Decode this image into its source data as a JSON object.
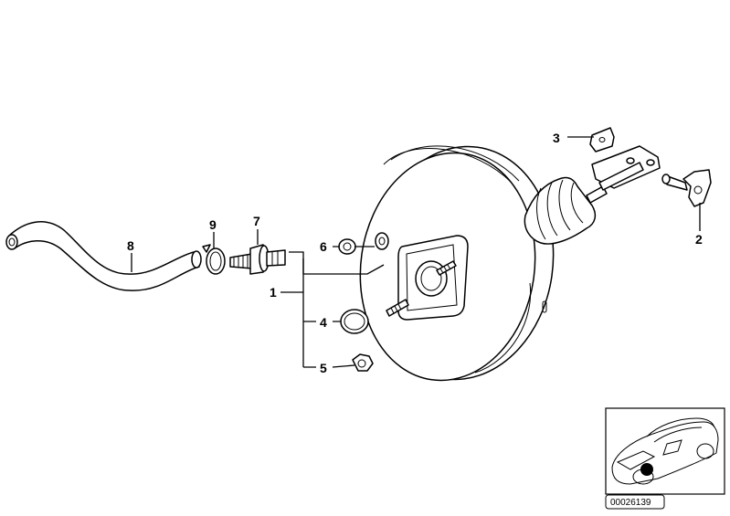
{
  "callouts": {
    "p1": "1",
    "p2": "2",
    "p3": "3",
    "p4": "4",
    "p5": "5",
    "p6": "6",
    "p7": "7",
    "p8": "8",
    "p9": "9"
  },
  "inset": {
    "reference_number": "00026139"
  }
}
